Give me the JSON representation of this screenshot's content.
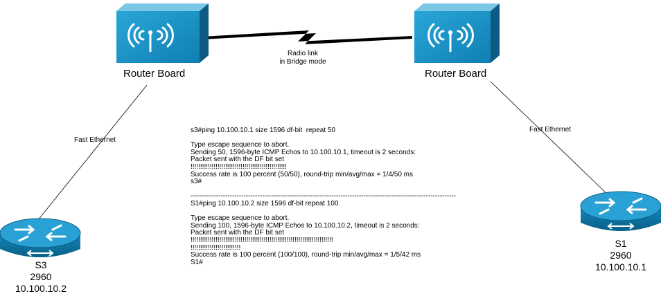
{
  "colors": {
    "device_face": "#1a93c6",
    "device_top": "#75c4e6",
    "device_side": "#0d5a82",
    "switch_face": "#0b6f9c",
    "switch_top": "#1e8fbf",
    "link": "#000000"
  },
  "icons": {
    "router": "wireless-router-icon",
    "switch": "workgroup-switch-icon"
  },
  "routers": [
    {
      "label": "Router Board"
    },
    {
      "label": "Router Board"
    }
  ],
  "radio_link": {
    "line1": "Radio link",
    "line2": "in Bridge mode"
  },
  "links": [
    {
      "label": "Fast Ethernet"
    },
    {
      "label": "Fast Ethernet"
    }
  ],
  "switches": [
    {
      "name": "S3",
      "model": "2960",
      "ip": "10.100.10.2"
    },
    {
      "name": "S1",
      "model": "2960",
      "ip": "10.100.10.1"
    }
  ],
  "console": [
    "s3#ping 10.100.10.1 size 1596 df-bit  repeat 50",
    "",
    "Type escape sequence to abort.",
    "Sending 50, 1596-byte ICMP Echos to 10.100.10.1, timeout is 2 seconds:",
    "Packet sent with the DF bit set",
    "!!!!!!!!!!!!!!!!!!!!!!!!!!!!!!!!!!!!!!!!!!!!!!!!!!",
    "Success rate is 100 percent (50/50), round-trip min/avg/max = 1/4/50 ms",
    "s3#",
    "",
    "-------------------------------------------------------------------------------------------------------------------",
    "S1#ping 10.100.10.2 size 1596 df-bit repeat 100",
    "",
    "Type escape sequence to abort.",
    "Sending 100, 1596-byte ICMP Echos to 10.100.10.2, timeout is 2 seconds:",
    "Packet sent with the DF bit set",
    "!!!!!!!!!!!!!!!!!!!!!!!!!!!!!!!!!!!!!!!!!!!!!!!!!!!!!!!!!!!!!!!!!!!!!!!!!!",
    "!!!!!!!!!!!!!!!!!!!!!!!!!!",
    "Success rate is 100 percent (100/100), round-trip min/avg/max = 1/5/42 ms",
    "S1#"
  ]
}
